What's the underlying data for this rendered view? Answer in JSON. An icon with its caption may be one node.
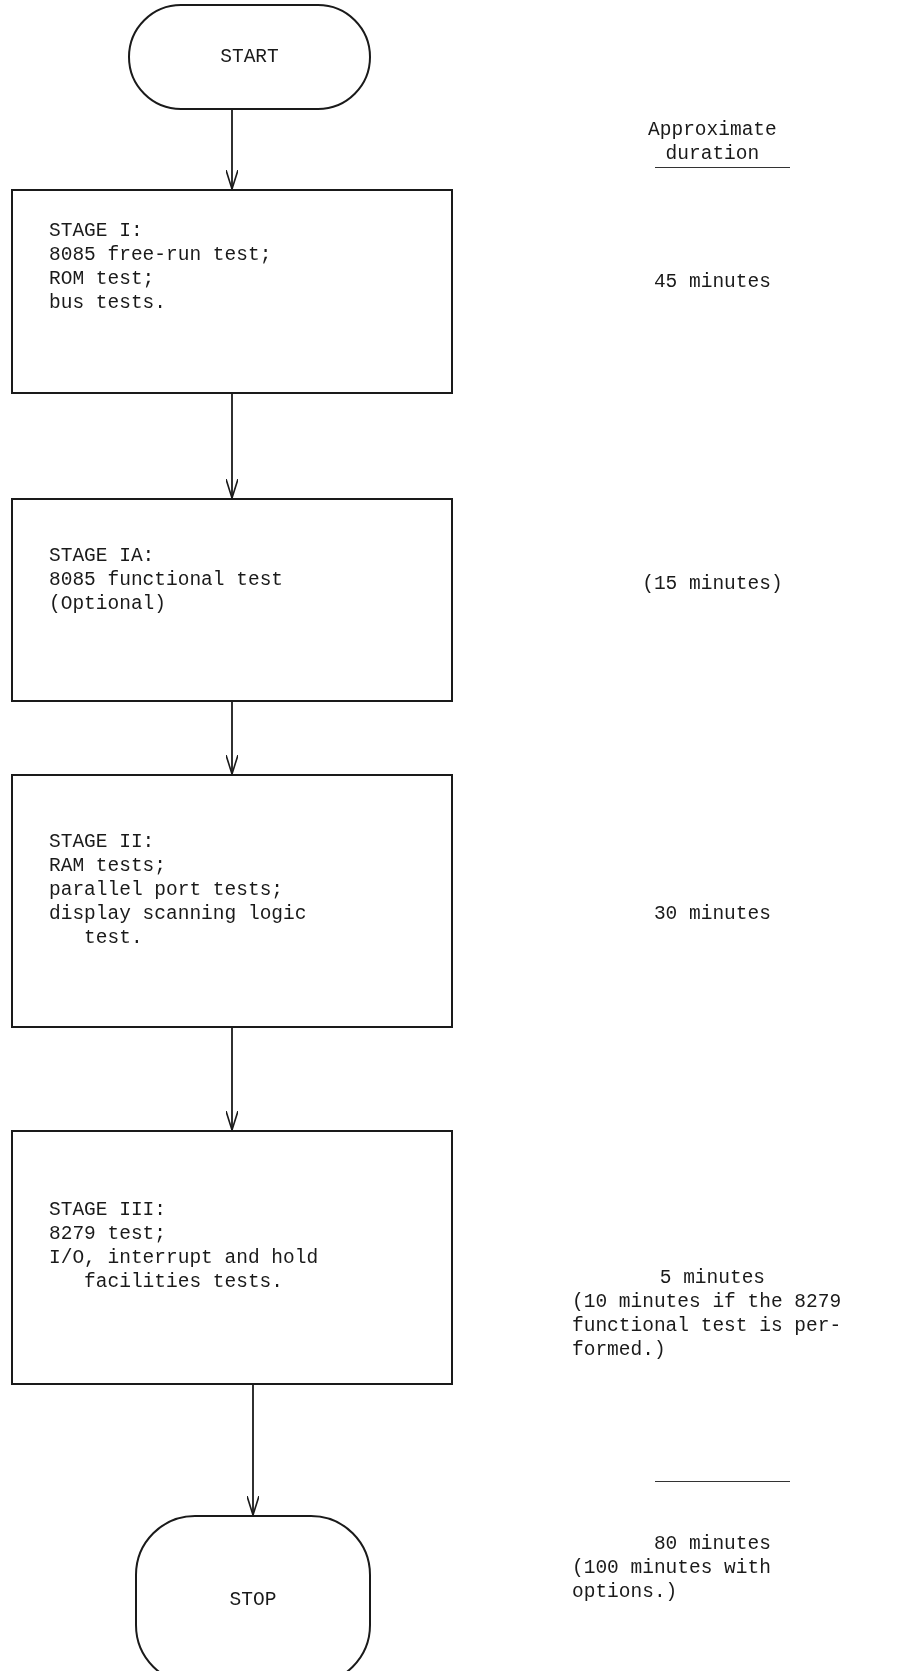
{
  "diagram": {
    "nodes": [
      {
        "text": [
          "START"
        ]
      },
      {
        "text": [
          "STAGE I:",
          "8085 free-run test;",
          "ROM test;",
          "bus tests."
        ]
      },
      {
        "text": [
          "STAGE IA:",
          "8085 functional test",
          "(Optional)"
        ]
      },
      {
        "text": [
          "STAGE II:",
          "RAM tests;",
          "parallel port tests;",
          "display scanning logic test."
        ]
      },
      {
        "text": [
          "STAGE III:",
          "8279 test;",
          "I/O, interrupt and hold facilities tests."
        ]
      },
      {
        "text": [
          "STOP"
        ]
      }
    ],
    "edges": [
      {
        "from": 0,
        "to": 1,
        "arrow": "to"
      },
      {
        "from": 1,
        "to": 2,
        "arrow": "to"
      },
      {
        "from": 2,
        "to": 3,
        "arrow": "to"
      },
      {
        "from": 3,
        "to": 4,
        "arrow": "to"
      },
      {
        "from": 4,
        "to": 5,
        "arrow": "to"
      }
    ],
    "labels": [
      "Approximate duration",
      "45 minutes",
      "(15 minutes)",
      "30 minutes",
      "5 minutes",
      "(10 minutes if the 8279 functional test is per- formed.)",
      "80 minutes",
      "(100 minutes with options.)"
    ]
  }
}
